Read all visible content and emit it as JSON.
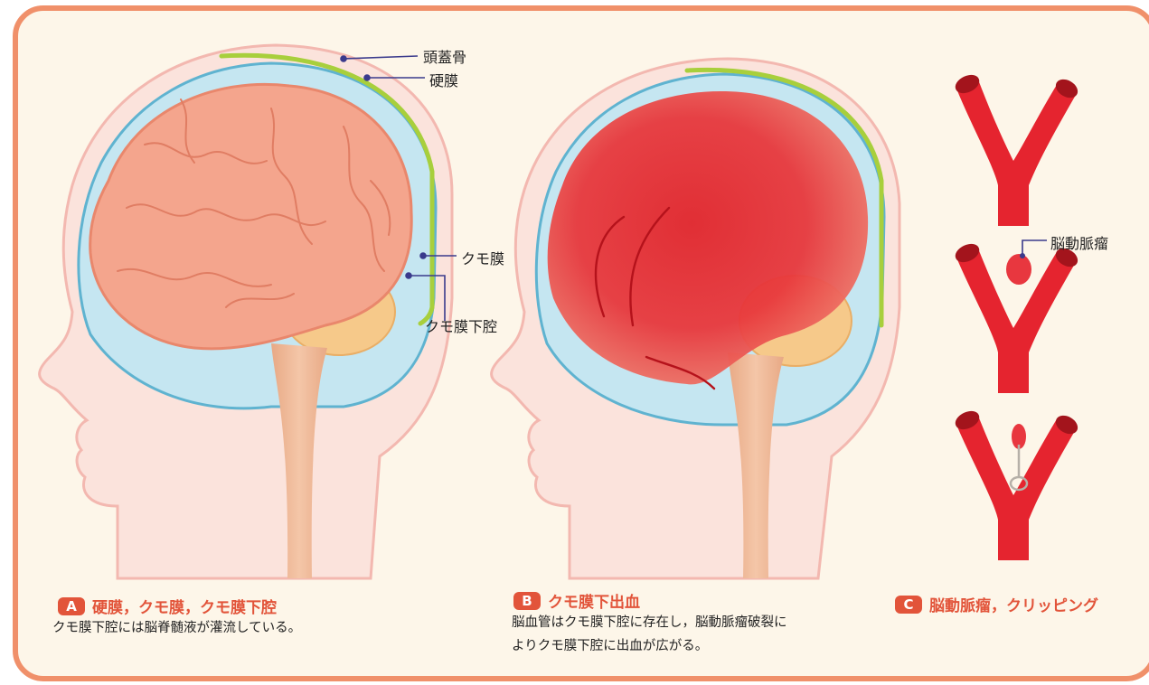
{
  "labels": {
    "skull": "頭蓋骨",
    "dura": "硬膜",
    "arachnoid": "クモ膜",
    "subarachnoid": "クモ膜下腔",
    "aneurysm": "脳動脈瘤"
  },
  "panels": [
    {
      "badge": "A",
      "title": "硬膜，クモ膜，クモ膜下腔",
      "lines": [
        "クモ膜下腔には脳脊髄液が灌流している。"
      ]
    },
    {
      "badge": "B",
      "title": "クモ膜下出血",
      "lines": [
        "脳血管はクモ膜下腔に存在し，脳動脈瘤破裂に",
        "よりクモ膜下腔に出血が広がる。"
      ]
    },
    {
      "badge": "C",
      "title": "脳動脈瘤，クリッピング"
    }
  ],
  "colors": {
    "frame": "#f0906a",
    "background": "#fdf6e9",
    "accent": "#e2543a",
    "skin": "#fbe3dc",
    "skull_line": "#a8cf3c",
    "csf": "#bfe3ef",
    "brain": "#f4a58d",
    "cerebellum": "#f6c98a",
    "hemorrhage": "#e8333a",
    "artery": "#e5242f"
  }
}
